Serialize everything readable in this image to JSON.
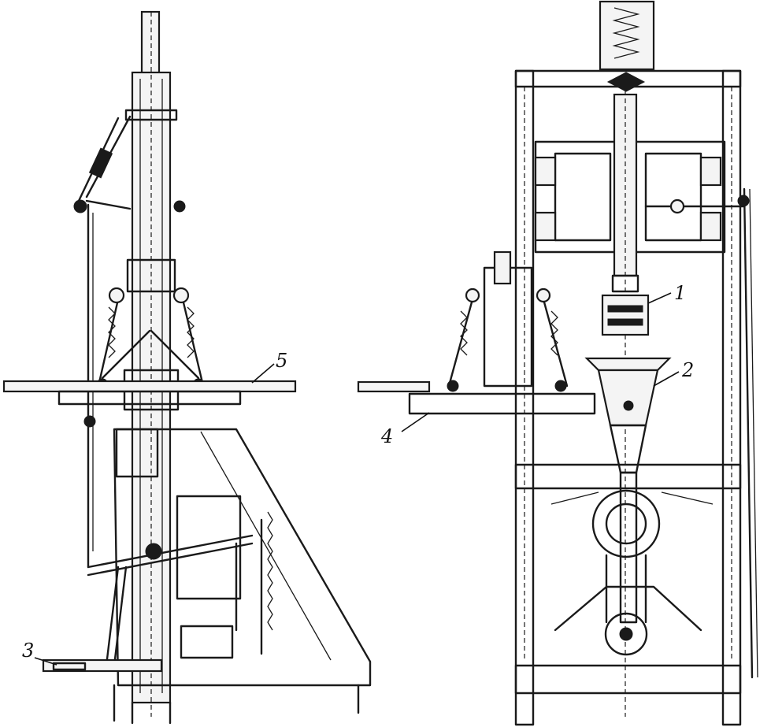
{
  "figure": {
    "callouts": [
      {
        "id": "1",
        "text": "1"
      },
      {
        "id": "2",
        "text": "2"
      },
      {
        "id": "3",
        "text": "3"
      },
      {
        "id": "4",
        "text": "4"
      },
      {
        "id": "5",
        "text": "5"
      }
    ]
  }
}
